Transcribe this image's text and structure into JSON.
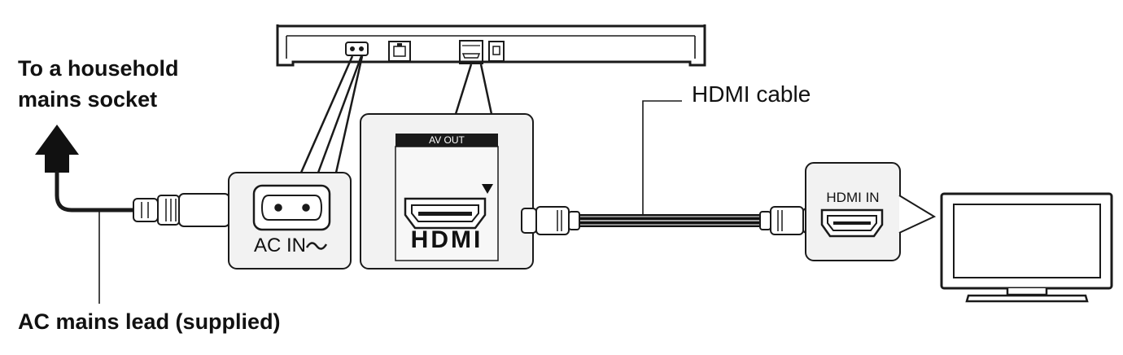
{
  "labels": {
    "mains_socket_line1": "To a household",
    "mains_socket_line2": "mains socket",
    "mains_lead": "AC mains lead (supplied)",
    "hdmi_cable": "HDMI cable",
    "ac_in": "AC IN",
    "av_out": "AV OUT",
    "hdmi_logo": "HDMI",
    "hdmi_in": "HDMI IN"
  },
  "colors": {
    "line": "#1a1a1a",
    "panel_fill": "#f2f2f2",
    "box_fill": "#ffffff",
    "cable": "#111111"
  },
  "icons": {
    "arrow": "up-arrow-icon",
    "ac_socket": "ac-socket-icon",
    "hdmi_port": "hdmi-port-icon",
    "tilde": "wave-tilde-icon"
  }
}
